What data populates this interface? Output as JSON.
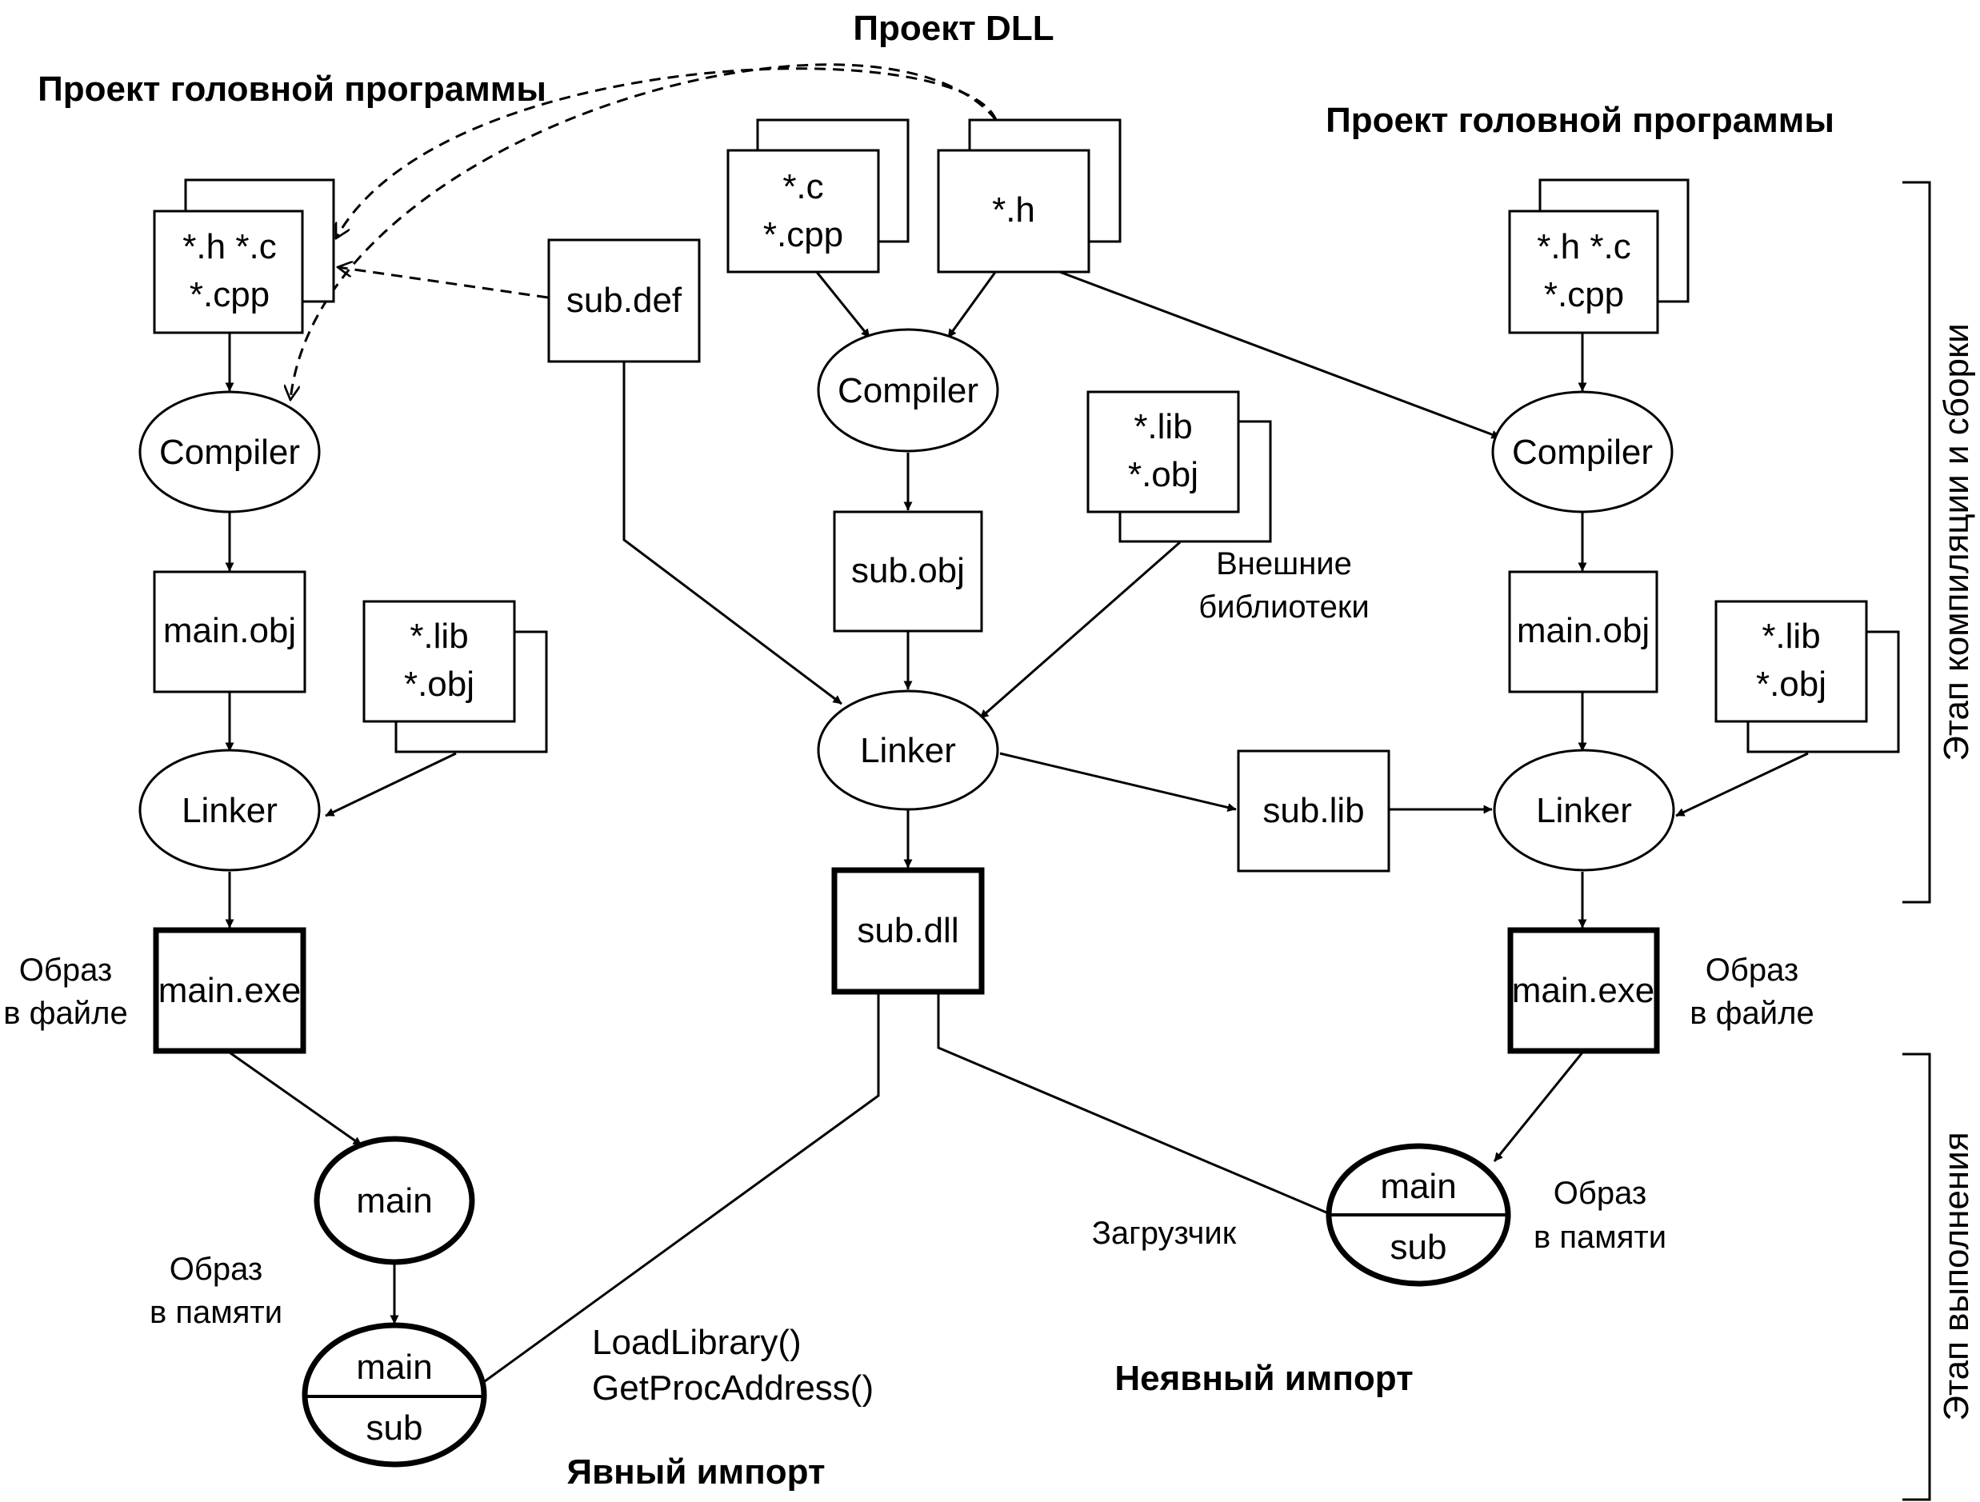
{
  "headers": {
    "dll_project": "Проект DLL",
    "main_project_left": "Проект головной программы",
    "main_project_right": "Проект головной программы",
    "explicit_import": "Явный импорт",
    "implicit_import": "Неявный импорт"
  },
  "left": {
    "sources_line1": "*.h *.c",
    "sources_line2": "*.cpp",
    "compiler": "Compiler",
    "obj": "main.obj",
    "libs_line1": "*.lib",
    "libs_line2": "*.obj",
    "linker": "Linker",
    "exe": "main.exe",
    "file_image_line1": "Образ",
    "file_image_line2": "в файле",
    "mem_main": "main",
    "mem_image_line1": "Образ",
    "mem_image_line2": "в памяти",
    "mem_combined_top": "main",
    "mem_combined_bottom": "sub"
  },
  "dll": {
    "c_line1": "*.c",
    "c_line2": "*.cpp",
    "h": "*.h",
    "def": "sub.def",
    "compiler": "Compiler",
    "obj": "sub.obj",
    "ext_libs_line1": "*.lib",
    "ext_libs_line2": "*.obj",
    "ext_caption_line1": "Внешние",
    "ext_caption_line2": "библиотеки",
    "linker": "Linker",
    "dll": "sub.dll",
    "lib": "sub.lib",
    "load_library": "LoadLibrary()",
    "get_proc_address": "GetProcAddress()",
    "loader": "Загрузчик"
  },
  "right": {
    "sources_line1": "*.h *.c",
    "sources_line2": "*.cpp",
    "compiler": "Compiler",
    "obj": "main.obj",
    "libs_line1": "*.lib",
    "libs_line2": "*.obj",
    "linker": "Linker",
    "exe": "main.exe",
    "file_image_line1": "Образ",
    "file_image_line2": "в файле",
    "mem_image_line1": "Образ",
    "mem_image_line2": "в памяти",
    "mem_combined_top": "main",
    "mem_combined_bottom": "sub"
  },
  "stages": {
    "compile_build": "Этап компиляции и сборки",
    "execution": "Этап выполнения"
  }
}
